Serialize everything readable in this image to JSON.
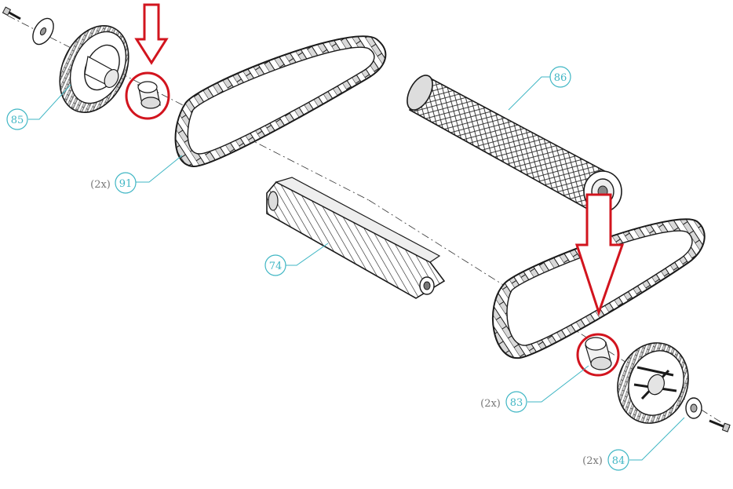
{
  "callouts": [
    {
      "id": "85",
      "label": "85",
      "qty": ""
    },
    {
      "id": "91",
      "label": "91",
      "qty": "(2x)"
    },
    {
      "id": "86",
      "label": "86",
      "qty": ""
    },
    {
      "id": "74",
      "label": "74",
      "qty": ""
    },
    {
      "id": "83",
      "label": "83",
      "qty": "(2x)"
    },
    {
      "id": "84",
      "label": "84",
      "qty": "(2x)"
    }
  ],
  "colors": {
    "line": "#1a1a1a",
    "callout": "#3fb6c4",
    "highlight": "#d2141e",
    "qty_text": "#777777",
    "background": "#ffffff"
  }
}
